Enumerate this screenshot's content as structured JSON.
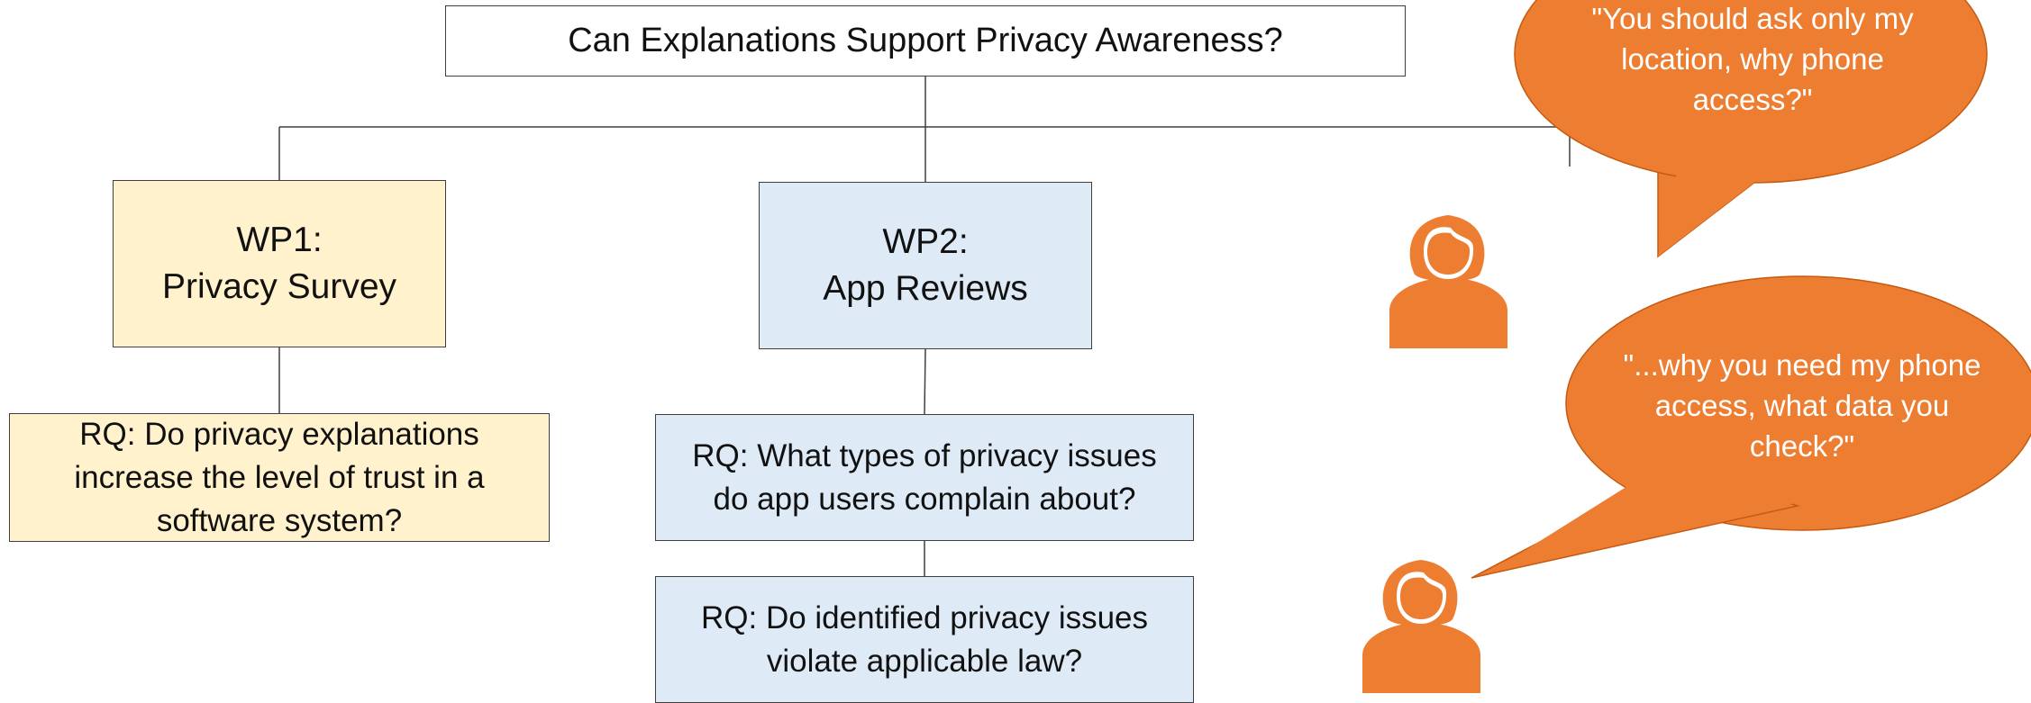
{
  "title": "Can Explanations Support Privacy Awareness?",
  "work_packages": [
    {
      "id": "WP1:",
      "name": "Privacy Survey",
      "research_questions": [
        {
          "label": "RQ:",
          "text": "Do privacy explanations increase the level of trust in a software system?"
        }
      ]
    },
    {
      "id": "WP2:",
      "name": "App Reviews",
      "research_questions": [
        {
          "label": "RQ:",
          "text": "What types of privacy issues do app users complain about?"
        },
        {
          "label": "RQ:",
          "text": "Do identified privacy issues violate applicable law?"
        }
      ]
    }
  ],
  "quotes": [
    "\"You should ask only my location, why phone access?\"",
    "\"...why you need my phone access, what data you check?\""
  ],
  "icons": [
    "person-icon",
    "person-icon"
  ],
  "colors": {
    "wp1_fill": "#fff2cc",
    "wp2_fill": "#deebf7",
    "speech_fill": "#ed7d31",
    "person_fill": "#ed7d31",
    "line": "#3f3f3f"
  }
}
